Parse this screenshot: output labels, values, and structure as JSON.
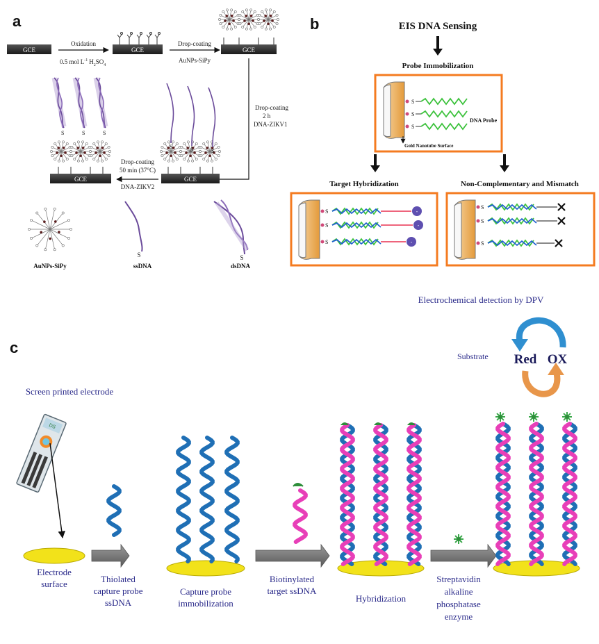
{
  "panel_a": {
    "label": "a",
    "electrode": "GCE",
    "step1_top": "Oxidation",
    "step1_bottom": "0.5 mol L",
    "step1_sup": "-1",
    "step1_tail": "H",
    "step1_sub1": "2",
    "step1_so": "SO",
    "step1_sub2": "4",
    "step2_top": "Drop-coating",
    "step2_bottom": "AuNPs-SiPy",
    "step3_l1": "Drop-coating",
    "step3_l2": "2 h",
    "step3_l3": "DNA-ZIKV1",
    "step4_l1": "Drop-coating",
    "step4_l2": "50 min (37°C)",
    "step4_l3": "DNA-ZIKV2",
    "thiol": "S",
    "legend_1": "AuNPs-SiPy",
    "legend_2": "ssDNA",
    "legend_3": "dsDNA"
  },
  "panel_b": {
    "label": "b",
    "title": "EIS DNA Sensing",
    "probe_immobilization": "Probe Immobilization",
    "dna_probe": "DNA Probe",
    "gold_surface": "Gold Nanotube Surface",
    "target_hybridization": "Target Hybridization",
    "non_complementary": "Non-Complementary and Mismatch",
    "thiol": "S"
  },
  "panel_c": {
    "label": "c",
    "dpv": "Electrochemical detection by DPV",
    "substrate": "Substrate",
    "red": "Red",
    "ox": "OX",
    "spe": "Screen printed electrode",
    "step1_l1": "Electrode",
    "step1_l2": "surface",
    "step2_l1": "Thiolated",
    "step2_l2": "capture probe",
    "step2_l3": "ssDNA",
    "step3_l1": "Capture probe",
    "step3_l2": "immobilization",
    "step4_l1": "Biotinylated",
    "step4_l2": "target ssDNA",
    "step5": "Hybridization",
    "step6_l1": "Streptavidin",
    "step6_l2": "alkaline",
    "step6_l3": "phosphatase",
    "step6_l4": "enzyme"
  },
  "colors": {
    "orange": "#f47b20",
    "blue_strand": "#1f6fb5",
    "pink_strand": "#e83fb8",
    "electrode_yellow": "#f2e21a",
    "purple_text": "#2a2a8a",
    "green_probe": "#3cc23c"
  }
}
